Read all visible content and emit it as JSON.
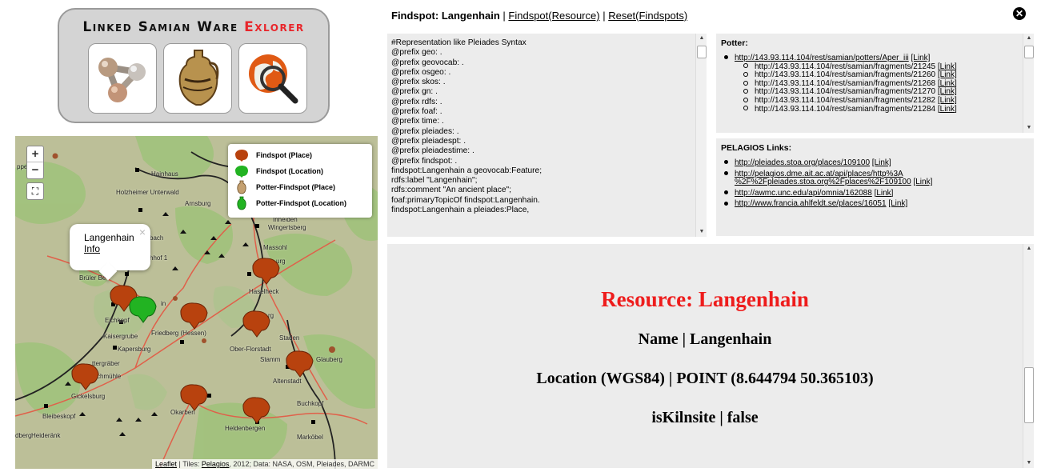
{
  "logo": {
    "title_black": "Linked Samian Ware",
    "title_red": "Exlorer",
    "buttons": [
      "network-icon",
      "amphora-icon",
      "globe-search-icon"
    ]
  },
  "header": {
    "findspot_label": "Findspot: Langenhain",
    "sep1": "|",
    "resource_link": "Findspot(Resource)",
    "sep2": "|",
    "reset_link": "Reset(Findspots)",
    "close_icon": "close-icon"
  },
  "map": {
    "zoom_in": "+",
    "zoom_out": "−",
    "fullscreen": "⛶",
    "legend": [
      {
        "label": "Findspot (Place)",
        "color": "#b84a12"
      },
      {
        "label": "Findspot (Location)",
        "color": "#21a825"
      },
      {
        "label": "Potter-Findspot (Place)",
        "color": "#b88a5a"
      },
      {
        "label": "Potter-Findspot (Location)",
        "color": "#21a825"
      }
    ],
    "popup": {
      "title": "Langenhain",
      "link": "Info",
      "close": "×"
    },
    "attribution": {
      "leaflet": "Leaflet",
      "tiles": " | Tiles: ",
      "pelagios": "Pelagios",
      "rest": ", 2012; Data: NASA, OSM, Pleiades, DARMC"
    },
    "labels": [
      "ppelberg",
      "Hainhaus",
      "Holzheimer Unterwald",
      "Arnsburg",
      "Inheiden",
      "Wingertsberg",
      "bach",
      "Massohl",
      "urg",
      "hhof 1",
      "Brüler Be",
      "Haselheck",
      "in",
      "Eichkopf",
      "Friedberg (Hessen)",
      "rg",
      "Kaisergrube",
      "Kapersburg",
      "Staden",
      "Ober-Florstadt",
      "Stamm",
      "Glauberg",
      "ttergräber",
      "chmühle",
      "Altenstadt",
      "Gickelsburg",
      "Buchkopf",
      "Bleibeskopf",
      "Okarben",
      "Heldenbergen",
      "dberg",
      "Heideränk",
      "Marköbel"
    ]
  },
  "rdf": {
    "lines": [
      "#Representation like Pleiades Syntax",
      "@prefix geo: .",
      "@prefix geovocab: .",
      "@prefix osgeo: .",
      "@prefix skos: .",
      "@prefix gn: .",
      "@prefix rdfs: .",
      "@prefix foaf: .",
      "@prefix time: .",
      "@prefix pleiades: .",
      "@prefix pleiadespt: .",
      "@prefix pleiadestime: .",
      "@prefix findspot: .",
      "findspot:Langenhain a geovocab:Feature;",
      "rdfs:label \"Langenhain\";",
      "rdfs:comment \"An ancient place\";",
      "foaf:primaryTopicOf findspot:Langenhain.",
      "findspot:Langenhain a pleiades:Place,"
    ]
  },
  "potter": {
    "title": "Potter:",
    "main": "http://143.93.114.104/rest/samian/potters/Aper_iii",
    "link": "[Link]",
    "fragments": [
      "http://143.93.114.104/rest/samian/fragments/21245",
      "http://143.93.114.104/rest/samian/fragments/21260",
      "http://143.93.114.104/rest/samian/fragments/21268",
      "http://143.93.114.104/rest/samian/fragments/21270",
      "http://143.93.114.104/rest/samian/fragments/21282",
      "http://143.93.114.104/rest/samian/fragments/21284"
    ]
  },
  "pelagios": {
    "title": "PELAGIOS Links:",
    "link": "[Link]",
    "items": [
      {
        "url": "http://pleiades.stoa.org/places/109100"
      },
      {
        "url": "http://pelagios.dme.ait.ac.at/api/places/http%3A",
        "url2": "%2F%2Fpleiades.stoa.org%2Fplaces%2F109100"
      },
      {
        "url": "http://awmc.unc.edu/api/omnia/162088"
      },
      {
        "url": "http://www.francia.ahlfeldt.se/places/16051"
      }
    ]
  },
  "resource": {
    "title": "Resource: Langenhain",
    "name": "Name | Langenhain",
    "location": "Location (WGS84) | POINT (8.644794 50.365103)",
    "kiln": "isKilnsite | false"
  }
}
